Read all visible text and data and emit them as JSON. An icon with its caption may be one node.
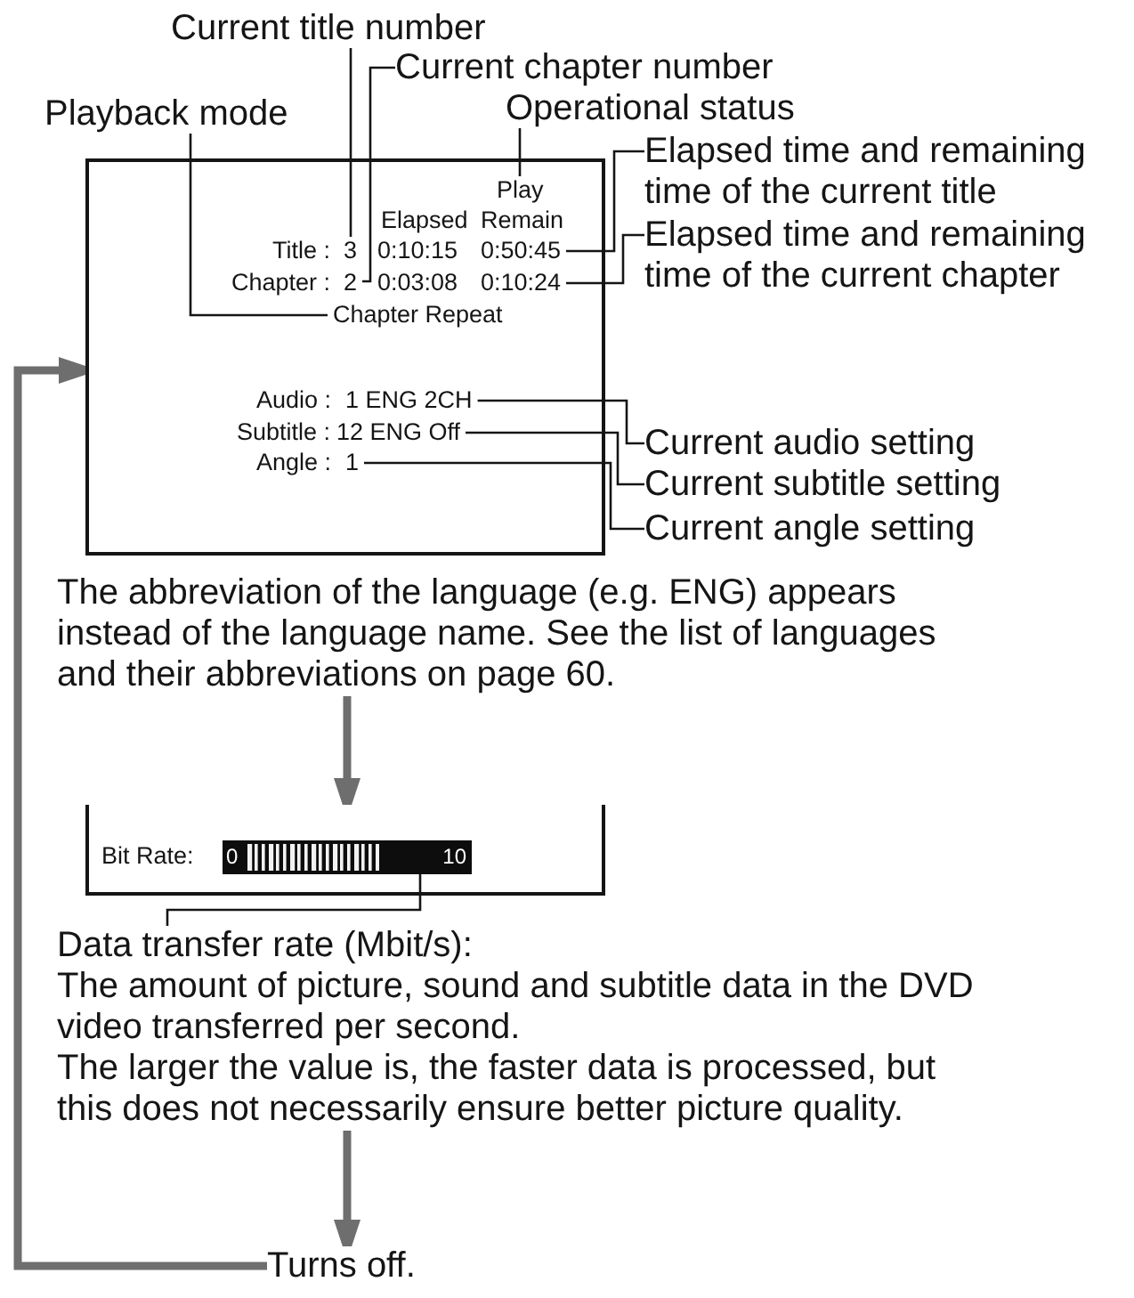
{
  "diagram": {
    "nodes": [
      {
        "text": [
          "Current title number"
        ]
      },
      {
        "text": [
          "Current chapter number"
        ]
      },
      {
        "text": [
          "Playback mode"
        ]
      },
      {
        "text": [
          "Operational status"
        ]
      },
      {
        "text": [
          "Elapsed time and remaining time of the current title"
        ]
      },
      {
        "text": [
          "Elapsed time and remaining time of the current chapter"
        ]
      },
      {
        "text": [],
        "shape": "box"
      },
      {
        "text": [
          "Play"
        ],
        "in": 6
      },
      {
        "text": [
          "3"
        ],
        "in": 6
      },
      {
        "text": [
          "0:50:45"
        ],
        "in": 6
      },
      {
        "text": [
          "2"
        ],
        "in": 6
      },
      {
        "text": [
          "0:10:24"
        ],
        "in": 6
      },
      {
        "text": [
          "Chapter Repeat"
        ],
        "in": 6
      },
      {
        "text": [
          "1 ENG 2CH"
        ],
        "in": 6
      },
      {
        "text": [
          "12 ENG Off"
        ],
        "in": 6
      },
      {
        "text": [
          "1"
        ],
        "in": 6
      },
      {
        "text": [
          "Current audio setting"
        ]
      },
      {
        "text": [
          "Current subtitle setting"
        ]
      },
      {
        "text": [
          "Current angle setting"
        ]
      },
      {
        "text": [
          "The abbreviation of the language (e.g. ENG) appears instead of the language name. See the list of languages and their abbreviations on page 60."
        ]
      },
      {
        "text": [
          "Bit Rate:"
        ]
      },
      {
        "text": [
          "0",
          "10"
        ],
        "in": 20
      },
      {
        "text": [
          "Data transfer rate (Mbit/s):",
          "The amount of picture, sound and subtitle data in the DVD video transferred per second.",
          "The larger the value is, the faster data is processed, but this does not necessarily ensure better picture quality."
        ]
      },
      {
        "text": [
          "Turns off."
        ]
      }
    ],
    "edges": [
      {
        "from": 0,
        "to": 8,
        "arrow": "none"
      },
      {
        "from": 1,
        "to": 10,
        "arrow": "none"
      },
      {
        "from": 2,
        "to": 12,
        "arrow": "none"
      },
      {
        "from": 3,
        "to": 7,
        "arrow": "none"
      },
      {
        "from": 4,
        "to": 9,
        "arrow": "none"
      },
      {
        "from": 5,
        "to": 11,
        "arrow": "none"
      },
      {
        "from": 16,
        "to": 13,
        "arrow": "none"
      },
      {
        "from": 17,
        "to": 14,
        "arrow": "none"
      },
      {
        "from": 18,
        "to": 15,
        "arrow": "none"
      },
      {
        "from": 19,
        "to": 20,
        "arrow": "to",
        "style": "thick",
        "color": "#6e6e6e"
      },
      {
        "from": 22,
        "to": 21,
        "arrow": "none"
      },
      {
        "from": 22,
        "to": 23,
        "arrow": "to",
        "style": "thick",
        "color": "#6e6e6e"
      },
      {
        "from": 23,
        "to": 6,
        "arrow": "to",
        "style": "thick",
        "color": "#6e6e6e"
      }
    ],
    "labels": [
      "Elapsed",
      "Remain",
      "Title :",
      "0:10:15",
      "Chapter :",
      "0:03:08",
      "Audio :",
      "Subtitle :",
      "Angle :"
    ]
  }
}
